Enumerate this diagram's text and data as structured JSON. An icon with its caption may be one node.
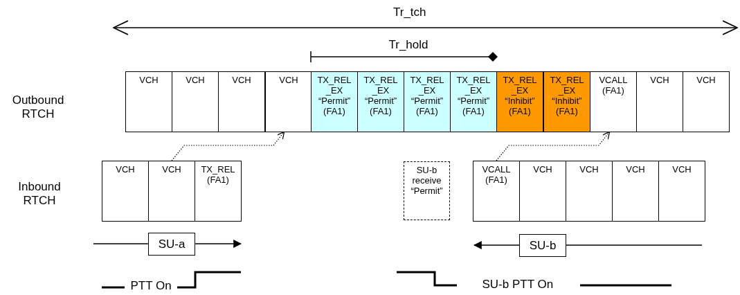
{
  "diagram": {
    "nodes": [
      {
        "text": [
          "VCH"
        ]
      },
      {
        "text": [
          "VCH"
        ]
      },
      {
        "text": [
          "VCH"
        ]
      },
      {
        "text": [
          "VCH"
        ]
      },
      {
        "text": [
          "TX_REL _EX “Permit” (FA1)"
        ]
      },
      {
        "text": [
          "TX_REL _EX “Permit” (FA1)"
        ]
      },
      {
        "text": [
          "TX_REL _EX “Permit” (FA1)"
        ]
      },
      {
        "text": [
          "TX_REL _EX “Permit” (FA1)"
        ]
      },
      {
        "text": [
          "TX_REL _EX “Inhibit” (FA1)"
        ]
      },
      {
        "text": [
          "TX_REL _EX “Inhibit” (FA1)"
        ]
      },
      {
        "text": [
          "VCALL (FA1)"
        ]
      },
      {
        "text": [
          "VCH"
        ]
      },
      {
        "text": [
          "VCH"
        ]
      },
      {
        "text": [
          "VCH"
        ]
      },
      {
        "text": [
          "VCH"
        ]
      },
      {
        "text": [
          "TX_REL (FA1)"
        ]
      },
      {
        "text": [
          "SU-b receive “Permit”"
        ]
      },
      {
        "text": [
          "VCALL (FA1)"
        ]
      },
      {
        "text": [
          "VCH"
        ]
      },
      {
        "text": [
          "VCH"
        ]
      },
      {
        "text": [
          "VCH"
        ]
      },
      {
        "text": [
          "VCH"
        ]
      },
      {
        "text": [
          "SU-a"
        ]
      },
      {
        "text": [
          "SU-b"
        ]
      }
    ],
    "edges": [
      {
        "from": 14,
        "to": 3,
        "arrow": "to",
        "style": "dashed"
      },
      {
        "from": 17,
        "to": 10,
        "arrow": "to",
        "style": "dashed"
      }
    ],
    "labels": [
      "Tr_tch",
      "Tr_hold",
      "Outbound RTCH",
      "Inbound RTCH",
      "PTT On",
      "SU-b PTT On"
    ]
  }
}
